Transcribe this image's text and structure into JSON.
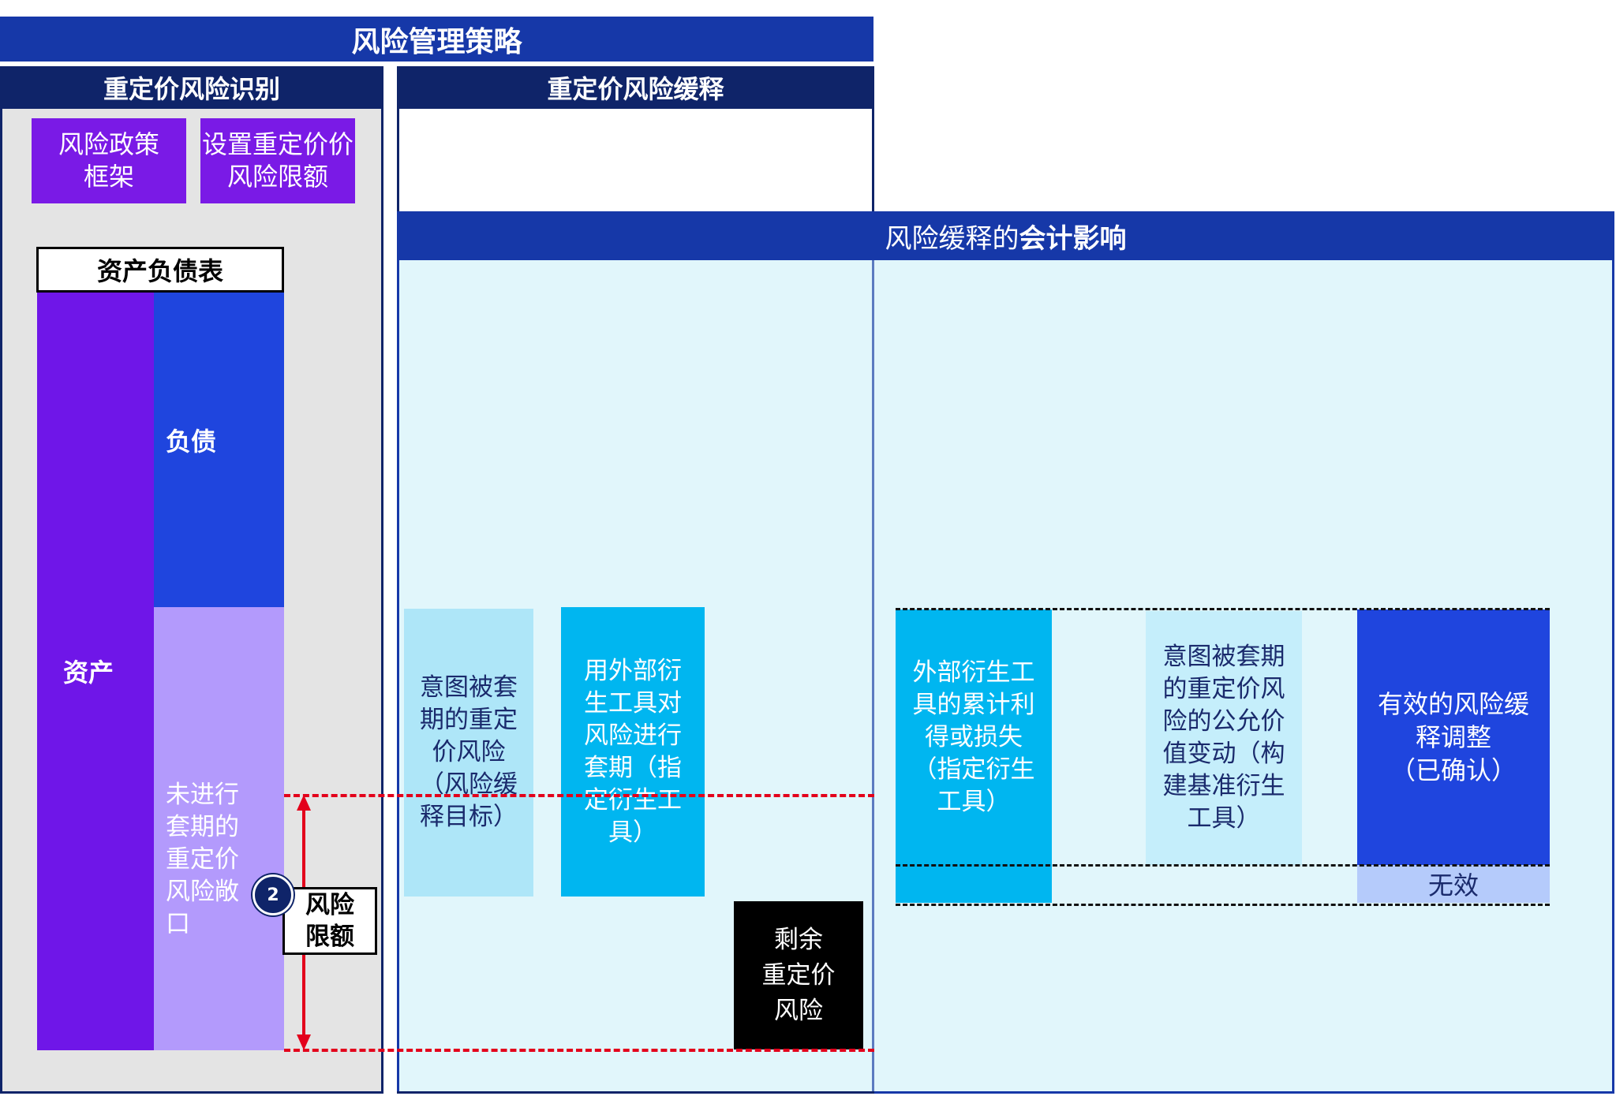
{
  "header": {
    "title": "风险管理策略"
  },
  "left_panel": {
    "title": "重定价风险识别",
    "button_policy": "风险政策\n框架",
    "button_limits": "设置重定价价\n风险限额",
    "balance_sheet_title": "资产负债表",
    "assets_label": "资产",
    "liabilities_label": "负债",
    "unhedged_label": "未进行\n套期的\n重定价\n风险敞\n口",
    "marker_number": "2",
    "risk_limit_label": "风险\n限额"
  },
  "middle_panel": {
    "title": "重定价风险缓释",
    "box_intended": "意图被套\n期的重定\n价风险\n（风险缓\n释目标）",
    "box_external": "用外部衍\n生工具对\n风险进行\n套期（指\n定衍生工\n具）",
    "box_residual": "剩余\n重定价\n风险"
  },
  "accounting_panel": {
    "title_regular": "风险缓释的",
    "title_bold": "会计影响",
    "box_derivative_gain": "外部衍生工\n具的累计利\n得或损失\n（指定衍生\n工具）",
    "box_fair_value": "意图被套期\n的重定价风\n险的公允价\n值变动（构\n建基准衍生\n工具）",
    "box_effective": "有效的风险缓\n释调整\n（已确认）",
    "box_ineffective": "无效"
  },
  "colors": {
    "navy": "#0f2469",
    "header_blue": "#1638a8",
    "purple": "#6f16e8",
    "violet": "#7a1ae6",
    "royal_blue": "#1f45de",
    "lavender": "#b39afc",
    "light_cyan": "#aee6f8",
    "cyan": "#00b6f0",
    "pale_cyan": "#e1f6fb",
    "pale_blue": "#b5cbfb",
    "red": "#e3001b",
    "grey": "#e4e4e4"
  }
}
